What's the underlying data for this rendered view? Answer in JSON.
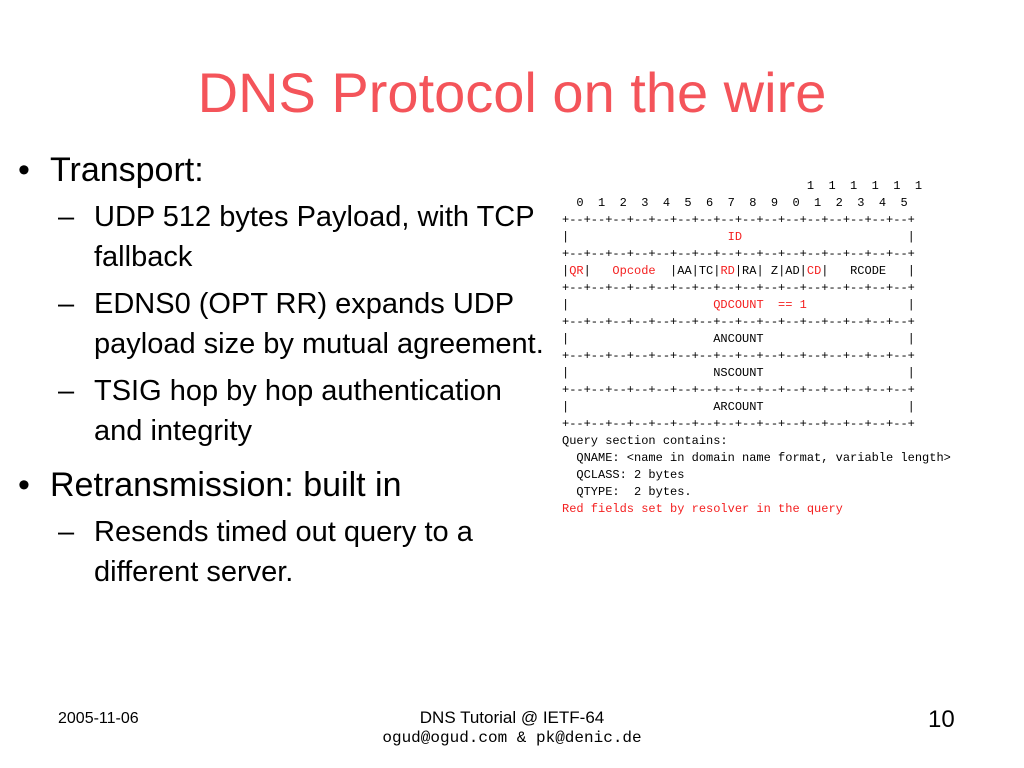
{
  "slide": {
    "title": "DNS Protocol on the wire",
    "bullets": {
      "transport": "Transport:",
      "transport_items": [
        "UDP  512 bytes Payload, with TCP fallback",
        "EDNS0 (OPT RR) expands UDP payload size by mutual agreement.",
        "TSIG hop by hop authentication and integrity"
      ],
      "retransmission": "Retransmission: built in",
      "retransmission_items": [
        "Resends timed out query to a different server."
      ]
    },
    "header_diagram": {
      "bit_row_1": "                                  1  1  1  1  1  1",
      "bit_row_2": "  0  1  2  3  4  5  6  7  8  9  0  1  2  3  4  5",
      "separator": "+--+--+--+--+--+--+--+--+--+--+--+--+--+--+--+--+",
      "id_pre": "|                      ",
      "id_label": "ID",
      "id_post": "                       |",
      "flags": {
        "p1": "|",
        "qr": "QR",
        "p2": "|   ",
        "opcode": "Opcode",
        "p3": "  |AA|TC|",
        "rd": "RD",
        "p4": "|RA| Z|AD|",
        "cd": "CD",
        "p5": "|   RCODE   |"
      },
      "qd_pre": "|                    ",
      "qd_label": "QDCOUNT  == 1",
      "qd_post": "              |",
      "an_row": "|                    ANCOUNT                    |",
      "ns_row": "|                    NSCOUNT                    |",
      "ar_row": "|                    ARCOUNT                    |",
      "query_heading": "Query section contains:",
      "qname": "  QNAME: <name in domain name format, variable length>",
      "qclass": "  QCLASS: 2 bytes",
      "qtype": "  QTYPE:  2 bytes.",
      "note": "Red fields set by resolver in the query"
    },
    "footer": {
      "date": "2005-11-06",
      "center_line1": "DNS Tutorial @ IETF-64",
      "center_line2": "ogud@ogud.com & pk@denic.de",
      "page_number": "10"
    }
  },
  "colors": {
    "title": "#f4545a",
    "highlight": "#f42020"
  }
}
